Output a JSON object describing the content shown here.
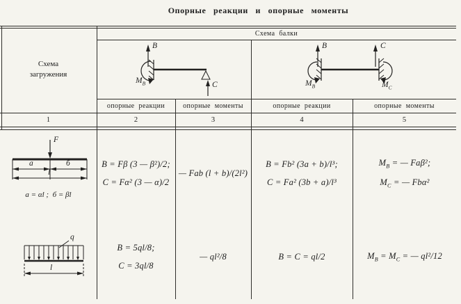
{
  "title": "Опорные реакции и опорные моменты",
  "colors": {
    "paper": "#f5f4ee",
    "ink": "#1d1d1d",
    "rule": "#2e2d2a"
  },
  "header": {
    "load_scheme_label": "Схема\nзагружения",
    "beam_scheme_label": "Схема балки",
    "subheaders": [
      "опорные реакции",
      "опорные моменты",
      "опорные реакции",
      "опорные моменты"
    ],
    "column_numbers": [
      "1",
      "2",
      "3",
      "4",
      "5"
    ],
    "beam_propped": {
      "reaction_left": "B",
      "reaction_right": "C",
      "moment_left": "M_{B}"
    },
    "beam_fixed": {
      "reaction_left": "B",
      "reaction_right": "C",
      "moment_left": "M_{B}",
      "moment_right": "M_{C}"
    }
  },
  "rows": [
    {
      "scheme": {
        "force": "F",
        "dim_a": "a",
        "dim_b": "б",
        "dim_l": "l",
        "note": "a = αl ;  б = βl"
      },
      "reactions1": [
        "B = Fβ (3 — β²)/2;",
        "C = Fα² (3 — α)/2"
      ],
      "moments1": [
        "— Fab (l + b)/(2l²)"
      ],
      "reactions2": [
        "B = Fb² (3a + b)/l³;",
        "C = Fa² (3b + a)/l³"
      ],
      "moments2": [
        "M_{B} = — Faβ²;",
        "M_{C} = — Fbα²"
      ]
    },
    {
      "scheme": {
        "load": "q",
        "dim_l": "l"
      },
      "reactions1": [
        "B = 5ql/8;",
        "C = 3ql/8"
      ],
      "moments1": [
        "— ql²/8"
      ],
      "reactions2": [
        "B = C = ql/2"
      ],
      "moments2": [
        "M_{B} = M_{C} = — ql²/12"
      ]
    }
  ]
}
